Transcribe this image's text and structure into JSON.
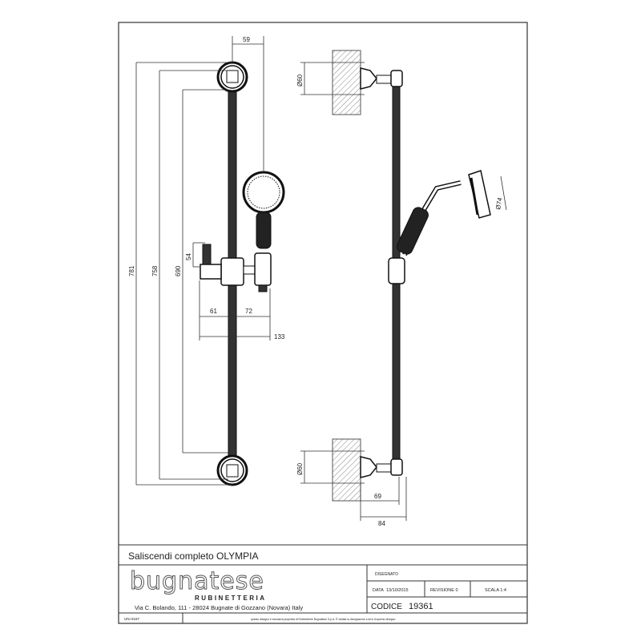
{
  "title": "Saliscendi completo OLYMPIA",
  "logo": {
    "name": "bugnatese",
    "sub": "RUBINETTERIA"
  },
  "address": "Via C. Bolando, 111 - 28024 Bugnate di Gozzano (Novara) Italy",
  "block": {
    "drawn_label": "DISEGNATO",
    "date_label": "DATA",
    "date": "13/10/2015",
    "revision": "REVISIONE 0",
    "scale": "SCALA 1:4",
    "code_label": "CODICE",
    "code": "19361"
  },
  "footer": {
    "norm": "UNI 8187",
    "note": "questo disegno è esclusiva proprietà di Rubinetterie Bugnatese S.p.A. È vietata la divulgazione a terzi di questo disegno"
  },
  "dims": {
    "d59": "59",
    "d781": "781",
    "d758": "758",
    "d690": "690",
    "d54": "54",
    "d61": "61",
    "d72": "72",
    "d133": "133",
    "phi60a": "Ø60",
    "phi74": "Ø74",
    "phi60b": "Ø60",
    "d69": "69",
    "d84": "84"
  }
}
